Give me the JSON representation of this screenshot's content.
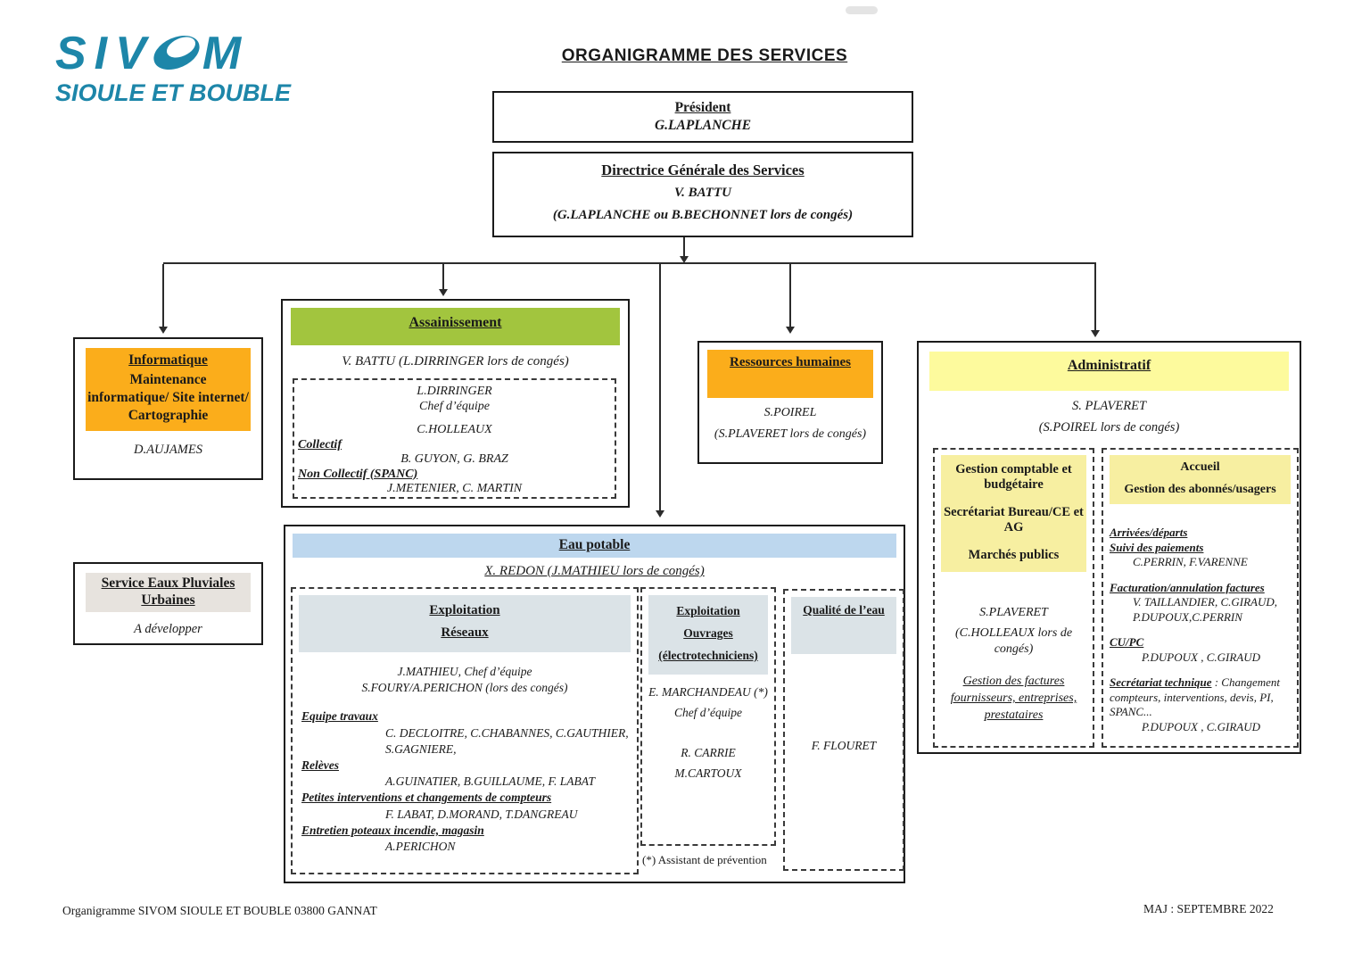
{
  "colors": {
    "logo_teal": "#1D86A9",
    "orange": "#FBAD1B",
    "green": "#A2C53E",
    "yellow": "#FDFA9D",
    "yellow_soft": "#F7EFA1",
    "blue_light": "#BDD7EE",
    "blue_grey": "#DBE3E7",
    "grey_hdr": "#E7E3DE"
  },
  "page": {
    "title": "ORGANIGRAMME DES SERVICES",
    "footer_left": "Organigramme SIVOM SIOULE ET BOUBLE  03800 GANNAT",
    "footer_right": "MAJ : SEPTEMBRE 2022"
  },
  "logo": {
    "part1": "SIV",
    "part2": "M",
    "subtitle": "SIOULE ET BOUBLE"
  },
  "president": {
    "title": "Président",
    "name": "G.LAPLANCHE"
  },
  "direction": {
    "title": "Directrice Générale des Services",
    "name": "V. BATTU",
    "note": "(G.LAPLANCHE ou B.BECHONNET lors de congés)"
  },
  "informatique": {
    "title": "Informatique",
    "missions": "Maintenance informatique/ Site internet/ Cartographie",
    "name": "D.AUJAMES"
  },
  "pluvial": {
    "title": "Service Eaux Pluviales Urbaines",
    "name": "A développer"
  },
  "assainissement": {
    "title": "Assainissement",
    "manager": "V. BATTU (L.DIRRINGER lors de congés)",
    "chef": "L.DIRRINGER",
    "chef_role": "Chef d’équipe",
    "agent": "C.HOLLEAUX",
    "collectif_label": "Collectif",
    "collectif_names": "B. GUYON, G. BRAZ",
    "noncollectif_label": "Non Collectif (SPANC)",
    "noncollectif_names": "J.METENIER, C. MARTIN"
  },
  "rh": {
    "title": "Ressources humaines",
    "name": "S.POIREL",
    "note": "(S.PLAVERET lors de congés)"
  },
  "administratif": {
    "title": "Administratif",
    "name": "S. PLAVERET",
    "note": "(S.POIREL lors de congés)",
    "comptable": {
      "header1": "Gestion comptable et budgétaire",
      "header2": "Secrétariat Bureau/CE et AG",
      "header3": "Marchés publics",
      "name": "S.PLAVERET",
      "note": "(C.HOLLEAUX lors de congés)",
      "mission": "Gestion des factures fournisseurs, entreprises, prestataires"
    },
    "accueil": {
      "header1": "Accueil",
      "header2": "Gestion des abonnés/usagers",
      "label1": "Arrivées/départs",
      "label2": "Suivi des paiements",
      "names1": "C.PERRIN, F.VARENNE",
      "label3": "Facturation/annulation factures",
      "names2": "V. TAILLANDIER, C.GIRAUD,",
      "names3": "P.DUPOUX,C.PERRIN",
      "label4": "CU/PC",
      "names4": "P.DUPOUX , C.GIRAUD",
      "label5": "Secrétariat technique",
      "label5_rest": " : Changement compteurs, interventions, devis, PI, SPANC...",
      "names5": "P.DUPOUX , C.GIRAUD"
    }
  },
  "eau": {
    "title": "Eau potable",
    "manager": "X. REDON (J.MATHIEU lors de congés)",
    "reseaux": {
      "header1": "Exploitation",
      "header2": "Réseaux",
      "chef": "J.MATHIEU, Chef d’équipe",
      "remplacants": "S.FOURY/A.PERICHON (lors des congés)",
      "travaux_label": "Equipe travaux",
      "travaux_names1": "C. DECLOITRE, C.CHABANNES, C.GAUTHIER,",
      "travaux_names2": "S.GAGNIERE,",
      "releves_label": "Relèves",
      "releves_names": "A.GUINATIER, B.GUILLAUME, F. LABAT",
      "interventions_label": "Petites interventions et changements de compteurs",
      "interventions_names": "F. LABAT, D.MORAND, T.DANGREAU",
      "entretien_label": "Entretien poteaux incendie, magasin",
      "entretien_names": "A.PERICHON"
    },
    "ouvrages": {
      "header1": "Exploitation",
      "header2": "Ouvrages",
      "header3": "(électrotechniciens)",
      "chef": "E. MARCHANDEAU (*)",
      "chef_role": "Chef d’équipe",
      "agent1": "R. CARRIE",
      "agent2": "M.CARTOUX",
      "footnote": "(*) Assistant de prévention"
    },
    "qualite": {
      "header": "Qualité de l’eau",
      "name": "F. FLOURET"
    }
  }
}
